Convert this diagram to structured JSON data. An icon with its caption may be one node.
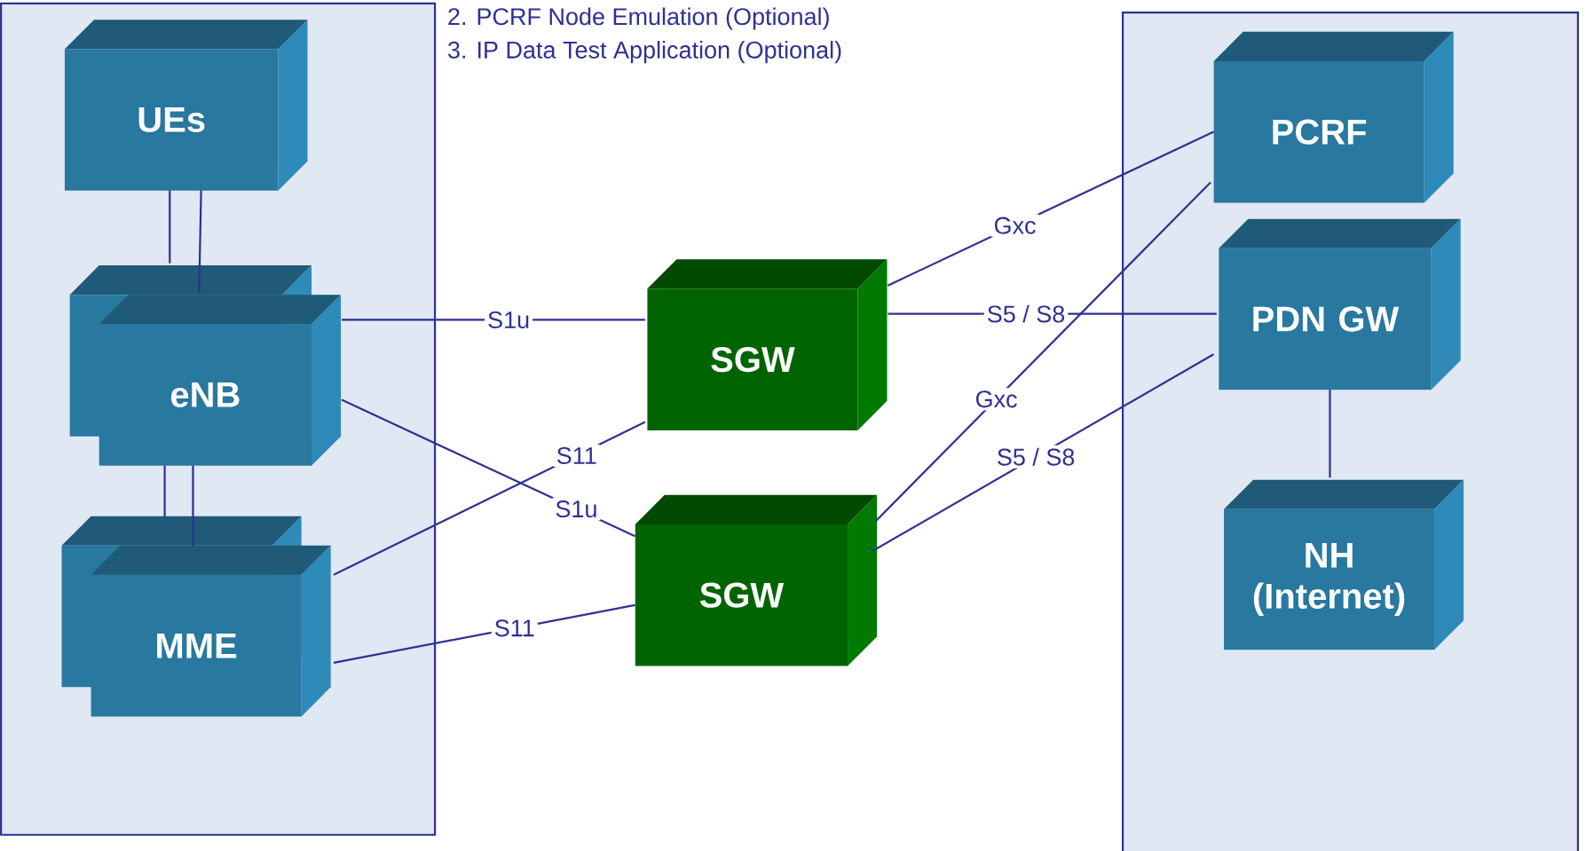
{
  "diagram": {
    "nodes": [
      {
        "text": [],
        "shape": "box"
      },
      {
        "text": [
          "UEs"
        ],
        "in": 0
      },
      {
        "text": [
          "eNB"
        ],
        "in": 0
      },
      {
        "text": [
          "MME"
        ],
        "in": 0
      },
      {
        "text": [
          "SGW"
        ]
      },
      {
        "text": [
          "SGW"
        ]
      },
      {
        "text": [],
        "shape": "box"
      },
      {
        "text": [
          "PCRF"
        ],
        "in": 6
      },
      {
        "text": [
          "PDN GW"
        ],
        "in": 6
      },
      {
        "text": [
          "NH (Internet)"
        ],
        "in": 6
      }
    ],
    "edges": [
      {
        "from": 1,
        "to": 2,
        "arrow": "none"
      },
      {
        "from": 1,
        "to": 2,
        "arrow": "none"
      },
      {
        "from": 2,
        "to": 3,
        "arrow": "none"
      },
      {
        "from": 2,
        "to": 3,
        "arrow": "none"
      },
      {
        "from": 2,
        "to": 4,
        "arrow": "none",
        "label": "S1u"
      },
      {
        "from": 2,
        "to": 5,
        "arrow": "none",
        "label": "S1u"
      },
      {
        "from": 3,
        "to": 4,
        "arrow": "none",
        "label": "S11"
      },
      {
        "from": 3,
        "to": 5,
        "arrow": "none",
        "label": "S11"
      },
      {
        "from": 4,
        "to": 7,
        "arrow": "none",
        "label": "Gxc"
      },
      {
        "from": 4,
        "to": 8,
        "arrow": "none",
        "label": "S5 / S8"
      },
      {
        "from": 5,
        "to": 7,
        "arrow": "none",
        "label": "Gxc"
      },
      {
        "from": 5,
        "to": 8,
        "arrow": "none",
        "label": "S5 / S8"
      },
      {
        "from": 8,
        "to": 9,
        "arrow": "none"
      }
    ],
    "labels": [
      "2. PCRF Node Emulation (Optional)",
      "3. IP Data Test Application (Optional)"
    ]
  }
}
